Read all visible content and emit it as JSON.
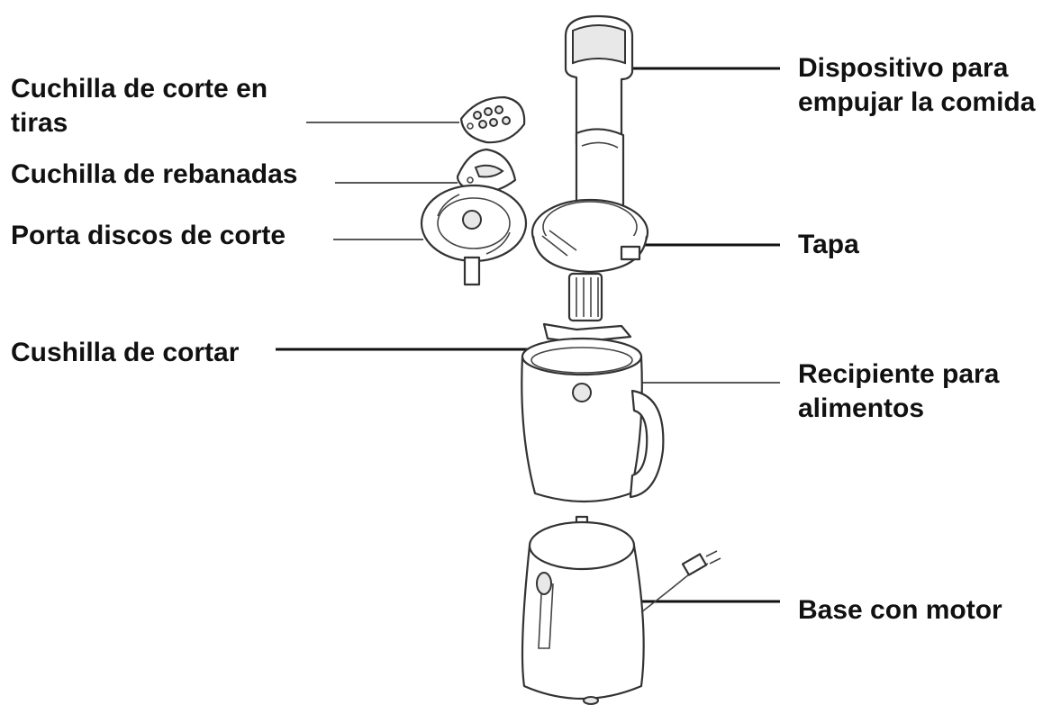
{
  "labels": {
    "cuchilla_tiras": [
      "Cuchilla de corte en",
      "tiras"
    ],
    "cuchilla_rebanadas": "Cuchilla de rebanadas",
    "porta_discos": "Porta discos de corte",
    "cushilla_cortar": "Cushilla de cortar",
    "dispositivo": [
      "Dispositivo para",
      "empujar la comida"
    ],
    "tapa": "Tapa",
    "recipiente": [
      "Recipiente para",
      "alimentos"
    ],
    "base": "Base con motor"
  },
  "colors": {
    "line": "#111111",
    "outline": "#333333",
    "fill": "#ffffff",
    "shade": "#e6e6e6"
  }
}
